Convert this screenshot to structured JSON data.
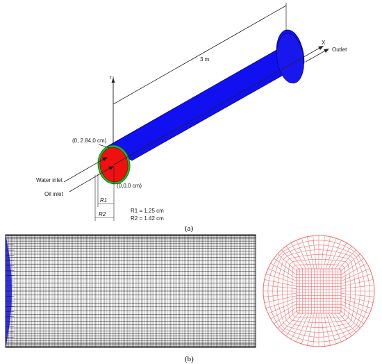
{
  "panel_a": {
    "caption": "(a)",
    "length_label": "3 m",
    "axis_x": "X",
    "axis_r": "r",
    "outlet_label": "Outlet",
    "top_point": "(0, 2.84,0 cm)",
    "origin_point": "(0,0,0 cm)",
    "water_inlet": "Water inlet",
    "oil_inlet": "Oil inlet",
    "r1_label": "R1",
    "r2_label": "R2",
    "r1_value": "R1 = 1.25 cm",
    "r2_value": "R2 = 1.42 cm",
    "colors": {
      "pipe": "#1010f0",
      "oil_core": "#f01010",
      "water_annulus": "#10c020"
    }
  },
  "panel_b": {
    "caption": "(b)",
    "colors": {
      "mesh_longitudinal": "#111111",
      "mesh_inlet": "#2020e0",
      "mesh_cross_section": "#f07070"
    }
  }
}
